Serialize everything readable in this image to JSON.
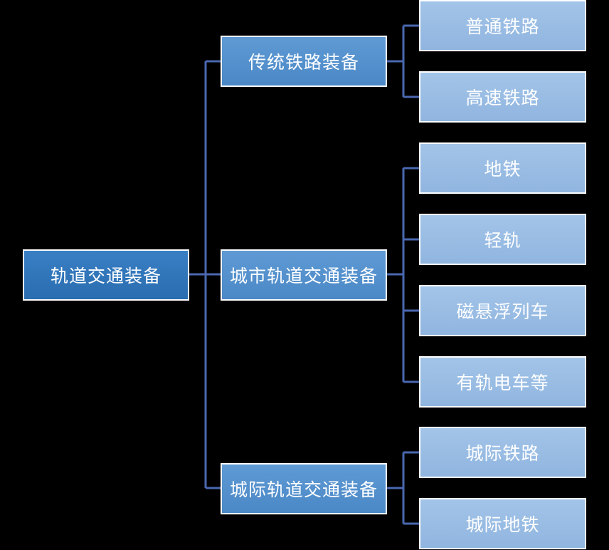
{
  "root": {
    "label": "轨道交通装备"
  },
  "groups": [
    {
      "label": "传统铁路装备",
      "children": [
        "普通铁路",
        "高速铁路"
      ]
    },
    {
      "label": "城市轨道交通装备",
      "children": [
        "地铁",
        "轻轨",
        "磁悬浮列车",
        "有轨电车等"
      ]
    },
    {
      "label": "城际轨道交通装备",
      "children": [
        "城际铁路",
        "城际地铁"
      ]
    }
  ],
  "colors": {
    "background": "#000000",
    "connector": "#4a68b0",
    "root_fill": "#2f76bc",
    "group_fill": "#5590cd",
    "leaf_fill": "#9cbfe5",
    "border": "#ffffff",
    "text": "#ffffff"
  }
}
